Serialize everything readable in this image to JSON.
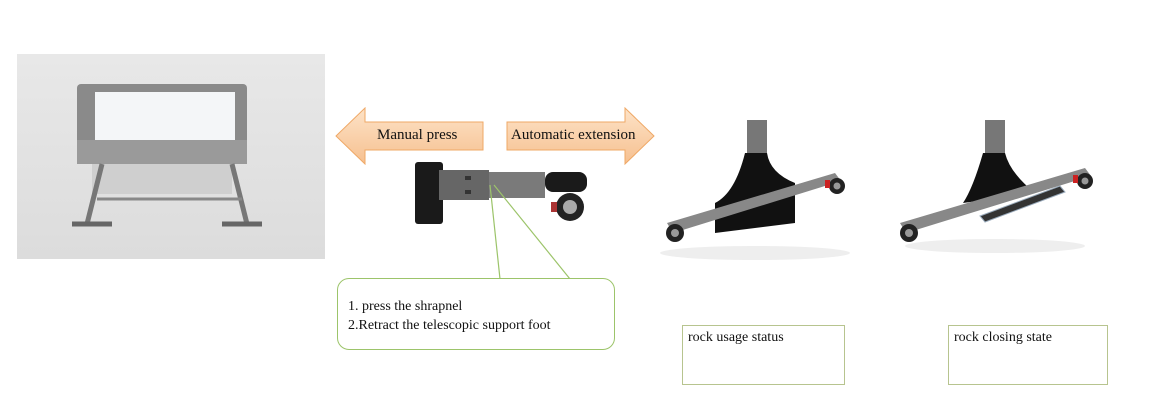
{
  "arrows": {
    "left_label": "Manual press",
    "right_label": "Automatic extension",
    "fill_color": "#f9cfa5",
    "border_color": "#efa866"
  },
  "callout": {
    "line1": "1. press the shrapnel",
    "line2": "2.Retract the telescopic support foot",
    "border_color": "#9cc46a"
  },
  "states": [
    {
      "label": "rock usage status"
    },
    {
      "label": "rock closing state"
    }
  ]
}
